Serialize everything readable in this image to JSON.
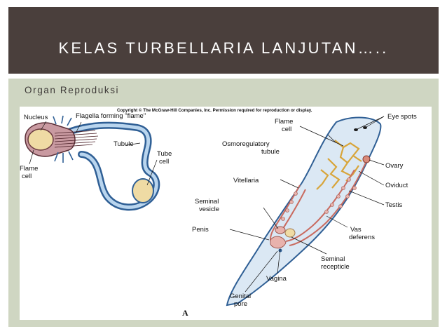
{
  "header": {
    "title": "KELAS TURBELLARIA LANJUTAN….."
  },
  "content": {
    "subtitle": "Organ Reproduksi"
  },
  "figure": {
    "copyright": "Copyright © The McGraw-Hill Companies, Inc. Permission required for reproduction or display.",
    "panel_letter": "A",
    "flame_cell_diagram": {
      "labels": {
        "nucleus": "Nucleus",
        "flagella": "Flagella forming \"flame\"",
        "tubule": "Tubule",
        "tube_cell_1": "Tube",
        "tube_cell_2": "cell",
        "flame_cell_1": "Flame",
        "flame_cell_2": "cell"
      }
    },
    "flatworm_diagram": {
      "labels": {
        "eye_spots": "Eye spots",
        "flame_cell_1": "Flame",
        "flame_cell_2": "cell",
        "osmo_1": "Osmoregulatory",
        "osmo_2": "tubule",
        "ovary": "Ovary",
        "vitellaria": "Vitellaria",
        "oviduct": "Oviduct",
        "seminal_vesicle_1": "Seminal",
        "seminal_vesicle_2": "vesicle",
        "testis": "Testis",
        "penis": "Penis",
        "vas_deferens_1": "Vas",
        "vas_deferens_2": "deferens",
        "seminal_receptacle_1": "Seminal",
        "seminal_receptacle_2": "recepticle",
        "vagina": "Vagina",
        "genital_pore_1": "Genital",
        "genital_pore_2": "pore"
      }
    }
  }
}
